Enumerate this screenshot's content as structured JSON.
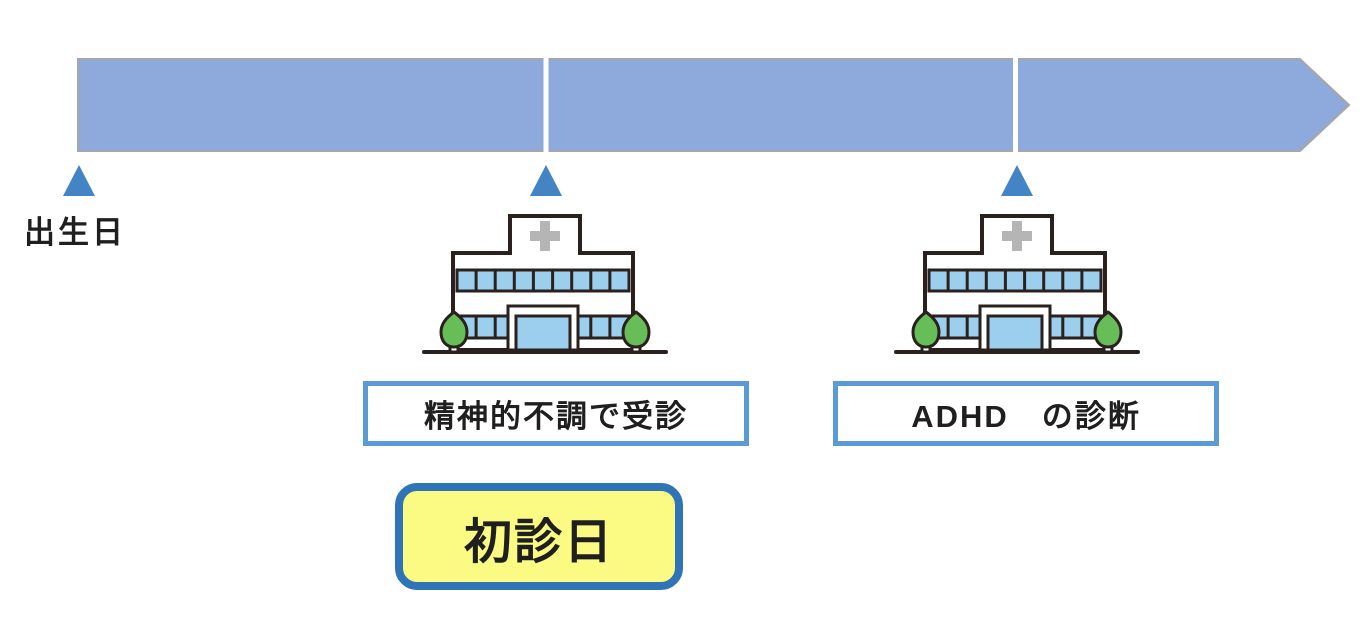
{
  "colors": {
    "bar_fill": "#8EA9DC",
    "bar_border": "#A6A6A6",
    "divider": "#FFFFFF",
    "marker": "#4384C4",
    "label_border": "#5B9BD5",
    "label_bg": "#FFFFFF",
    "text": "#1F1F1F",
    "highlight_bg": "#FBFB84",
    "highlight_border": "#2E74B6",
    "outline": "#2A211E",
    "window": "#9CCFEE",
    "tree": "#67BE59",
    "cross": "#B5B5B5"
  },
  "timeline": {
    "birth_label": "出生日",
    "markers": [
      {
        "name": "birth"
      },
      {
        "name": "first-visit"
      },
      {
        "name": "diagnosis"
      }
    ],
    "segment_count": 3
  },
  "events": [
    {
      "label": "精神的不調で受診",
      "icon": "hospital-building-icon"
    },
    {
      "label": "ADHD　の診断",
      "icon": "hospital-building-icon"
    }
  ],
  "highlight": {
    "label": "初診日"
  },
  "icons": {
    "marker": "triangle-up-marker-icon",
    "hospital": "hospital-building-icon"
  }
}
